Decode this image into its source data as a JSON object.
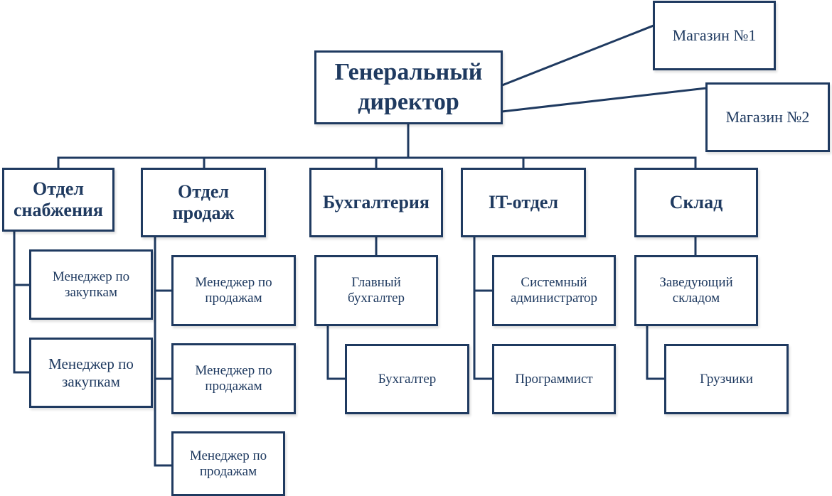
{
  "colors": {
    "line": "#1f3a60",
    "text": "#1f3a60",
    "box_fill": "#ffffff"
  },
  "head": {
    "label": "Генеральный\nдиректор"
  },
  "stores": [
    {
      "label": "Магазин №1"
    },
    {
      "label": "Магазин №2"
    }
  ],
  "departments": [
    {
      "label": "Отдел\nснабжения",
      "staff": [
        "Менеджер по\nзакупкам",
        "Менеджер по\nзакупкам"
      ]
    },
    {
      "label": "Отдел\nпродаж",
      "staff": [
        "Менеджер по\nпродажам",
        "Менеджер по\nпродажам",
        "Менеджер по\nпродажам"
      ]
    },
    {
      "label": "Бухгалтерия",
      "staff": [
        "Главный\nбухгалтер",
        "Бухгалтер"
      ]
    },
    {
      "label": "IT-отдел",
      "staff": [
        "Системный\nадминистратор",
        "Программист"
      ]
    },
    {
      "label": "Склад",
      "staff": [
        "Заведующий\nскладом",
        "Грузчики"
      ]
    }
  ]
}
